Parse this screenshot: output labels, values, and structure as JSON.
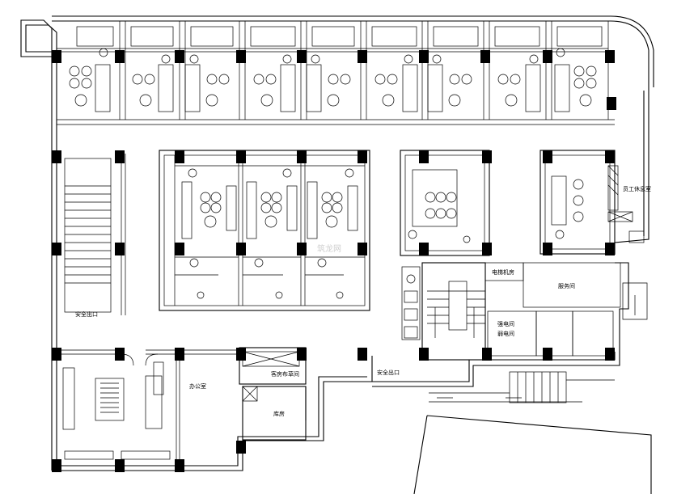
{
  "labels": {
    "office": "办公室",
    "linen_room": "客房布草间",
    "storeroom": "库房",
    "elevator_machine_room": "电梯机房",
    "service_room": "服务间",
    "strong_current_room": "强电间",
    "weak_current_room": "弱电间",
    "stair_label_left": "安全出口",
    "stair_label_right": "安全出口",
    "corner_room": "员工休息室"
  },
  "watermark": "筑龙网"
}
